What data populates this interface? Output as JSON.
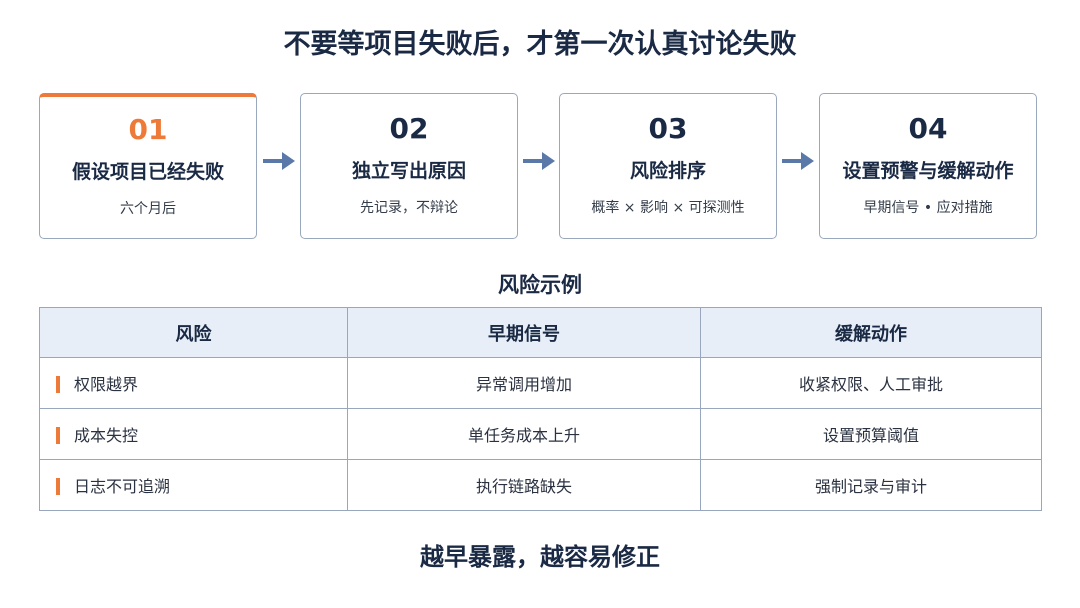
{
  "title": "不要等项目失败后，才第一次认真讨论失败",
  "steps": [
    {
      "num": "01",
      "title": "假设项目已经失败",
      "sub": "六个月后"
    },
    {
      "num": "02",
      "title": "独立写出原因",
      "sub": "先记录，不辩论"
    },
    {
      "num": "03",
      "title": "风险排序",
      "sub": "概率 × 影响 × 可探测性"
    },
    {
      "num": "04",
      "title": "设置预警与缓解动作",
      "sub": "早期信号 • 应对措施"
    }
  ],
  "section_title": "风险示例",
  "table": {
    "headers": [
      "风险",
      "早期信号",
      "缓解动作"
    ],
    "rows": [
      [
        "权限越界",
        "异常调用增加",
        "收紧权限、人工审批"
      ],
      [
        "成本失控",
        "单任务成本上升",
        "设置预算阈值"
      ],
      [
        "日志不可追溯",
        "执行链路缺失",
        "强制记录与审计"
      ]
    ]
  },
  "footer": "越早暴露，越容易修正",
  "colors": {
    "accent": "#ee7a3a",
    "arrow": "#5b79a8",
    "navy": "#1b2a44",
    "header_bg": "#e7eef7"
  }
}
